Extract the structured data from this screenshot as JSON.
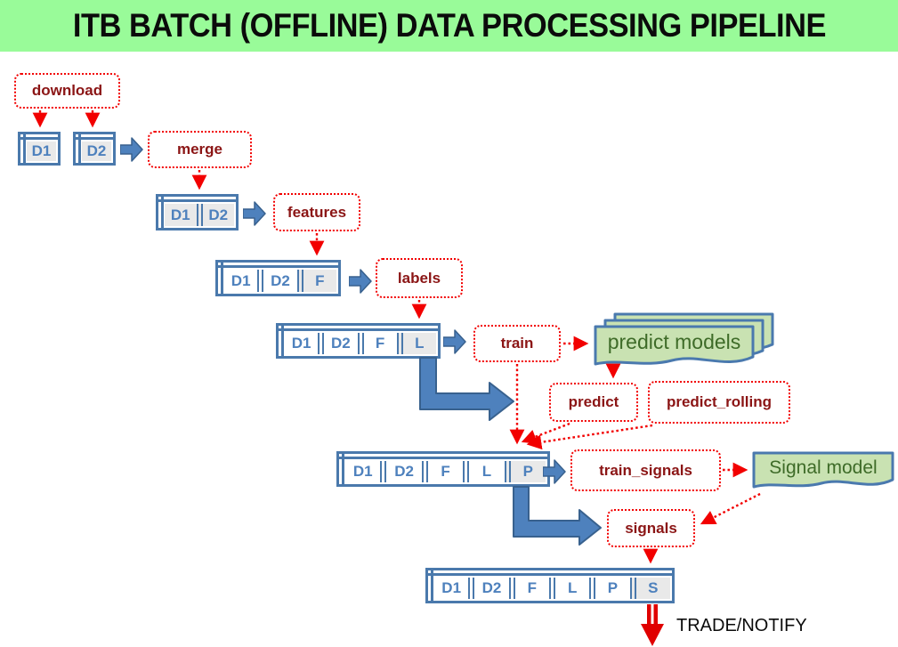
{
  "title": "ITB BATCH (OFFLINE) DATA PROCESSING PIPELINE",
  "steps": {
    "download": "download",
    "merge": "merge",
    "features": "features",
    "labels": "labels",
    "train": "train",
    "predict": "predict",
    "predict_rolling": "predict_rolling",
    "train_signals": "train_signals",
    "signals": "signals"
  },
  "models": {
    "predict_models": "predict models",
    "signal_model": "Signal model"
  },
  "tables": {
    "t1": {
      "cells": [
        {
          "label": "D1",
          "hl": true
        }
      ]
    },
    "t2": {
      "cells": [
        {
          "label": "D2",
          "hl": true
        }
      ]
    },
    "t3": {
      "cells": [
        {
          "label": "D1",
          "hl": true
        },
        {
          "label": "D2",
          "hl": true
        }
      ]
    },
    "t4": {
      "cells": [
        {
          "label": "D1",
          "hl": false
        },
        {
          "label": "D2",
          "hl": false
        },
        {
          "label": "F",
          "hl": true
        }
      ]
    },
    "t5": {
      "cells": [
        {
          "label": "D1",
          "hl": false
        },
        {
          "label": "D2",
          "hl": false
        },
        {
          "label": "F",
          "hl": false
        },
        {
          "label": "L",
          "hl": true
        }
      ]
    },
    "t6": {
      "cells": [
        {
          "label": "D1",
          "hl": false
        },
        {
          "label": "D2",
          "hl": false
        },
        {
          "label": "F",
          "hl": false
        },
        {
          "label": "L",
          "hl": false
        },
        {
          "label": "P",
          "hl": true
        }
      ]
    },
    "t7": {
      "cells": [
        {
          "label": "D1",
          "hl": false
        },
        {
          "label": "D2",
          "hl": false
        },
        {
          "label": "F",
          "hl": false
        },
        {
          "label": "L",
          "hl": false
        },
        {
          "label": "P",
          "hl": false
        },
        {
          "label": "S",
          "hl": true
        }
      ]
    }
  },
  "trade_label": "TRADE/NOTIFY",
  "colors": {
    "header_bg": "#99FB99",
    "table_border_blue": "#4A79AC",
    "cell_text_blue": "#4E81BD",
    "cell_highlight_bg": "#E9E9E9",
    "arrow_blue_fill": "#4E81BD",
    "arrow_blue_stroke": "#38618E",
    "dotted_red": "#F20000",
    "label_maroon": "#8B1515",
    "doc_fill_green": "#C9E2B2",
    "doc_text_green": "#3E6B28",
    "trade_arrow_red": "#E00000"
  }
}
